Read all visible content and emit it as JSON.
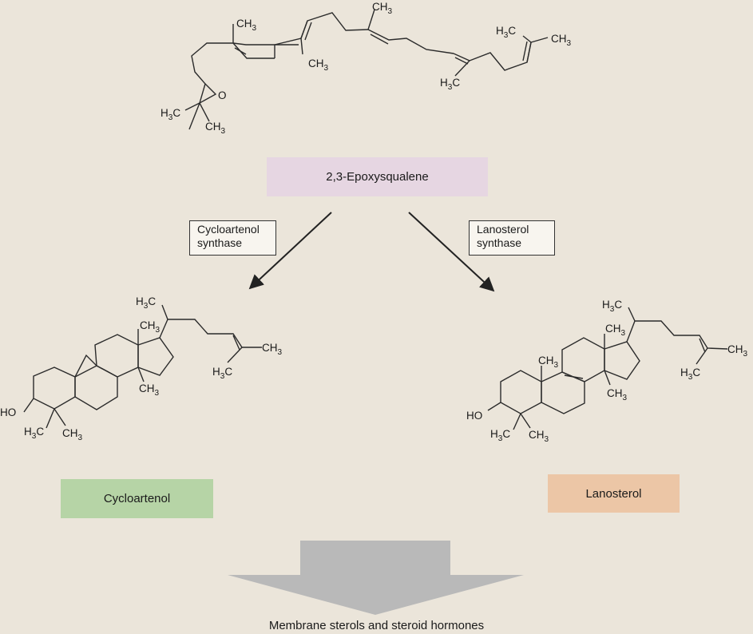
{
  "precursor": {
    "name": "2,3-Epoxysqualene"
  },
  "enzymes": {
    "left": {
      "line1": "Cycloartenol",
      "line2": "synthase"
    },
    "right": {
      "line1": "Lanosterol",
      "line2": "synthase"
    }
  },
  "products": {
    "left": {
      "name": "Cycloartenol"
    },
    "right": {
      "name": "Lanosterol"
    }
  },
  "outcome": {
    "label": "Membrane sterols and steroid hormones"
  },
  "atom_labels": {
    "ch3": "CH",
    "h3c": "H",
    "c": "C",
    "sub3": "3",
    "o": "O",
    "ho": "HO"
  },
  "colors": {
    "background": "#ebe5da",
    "precursor_box": "#e6d6e2",
    "cycloartenol_box": "#b6d4a6",
    "lanosterol_box": "#ecc6a6",
    "cycloartenol_rings": "#b9d8ee",
    "lanosterol_rings": "#dcebd0",
    "big_arrow": "#b9b9b9"
  }
}
